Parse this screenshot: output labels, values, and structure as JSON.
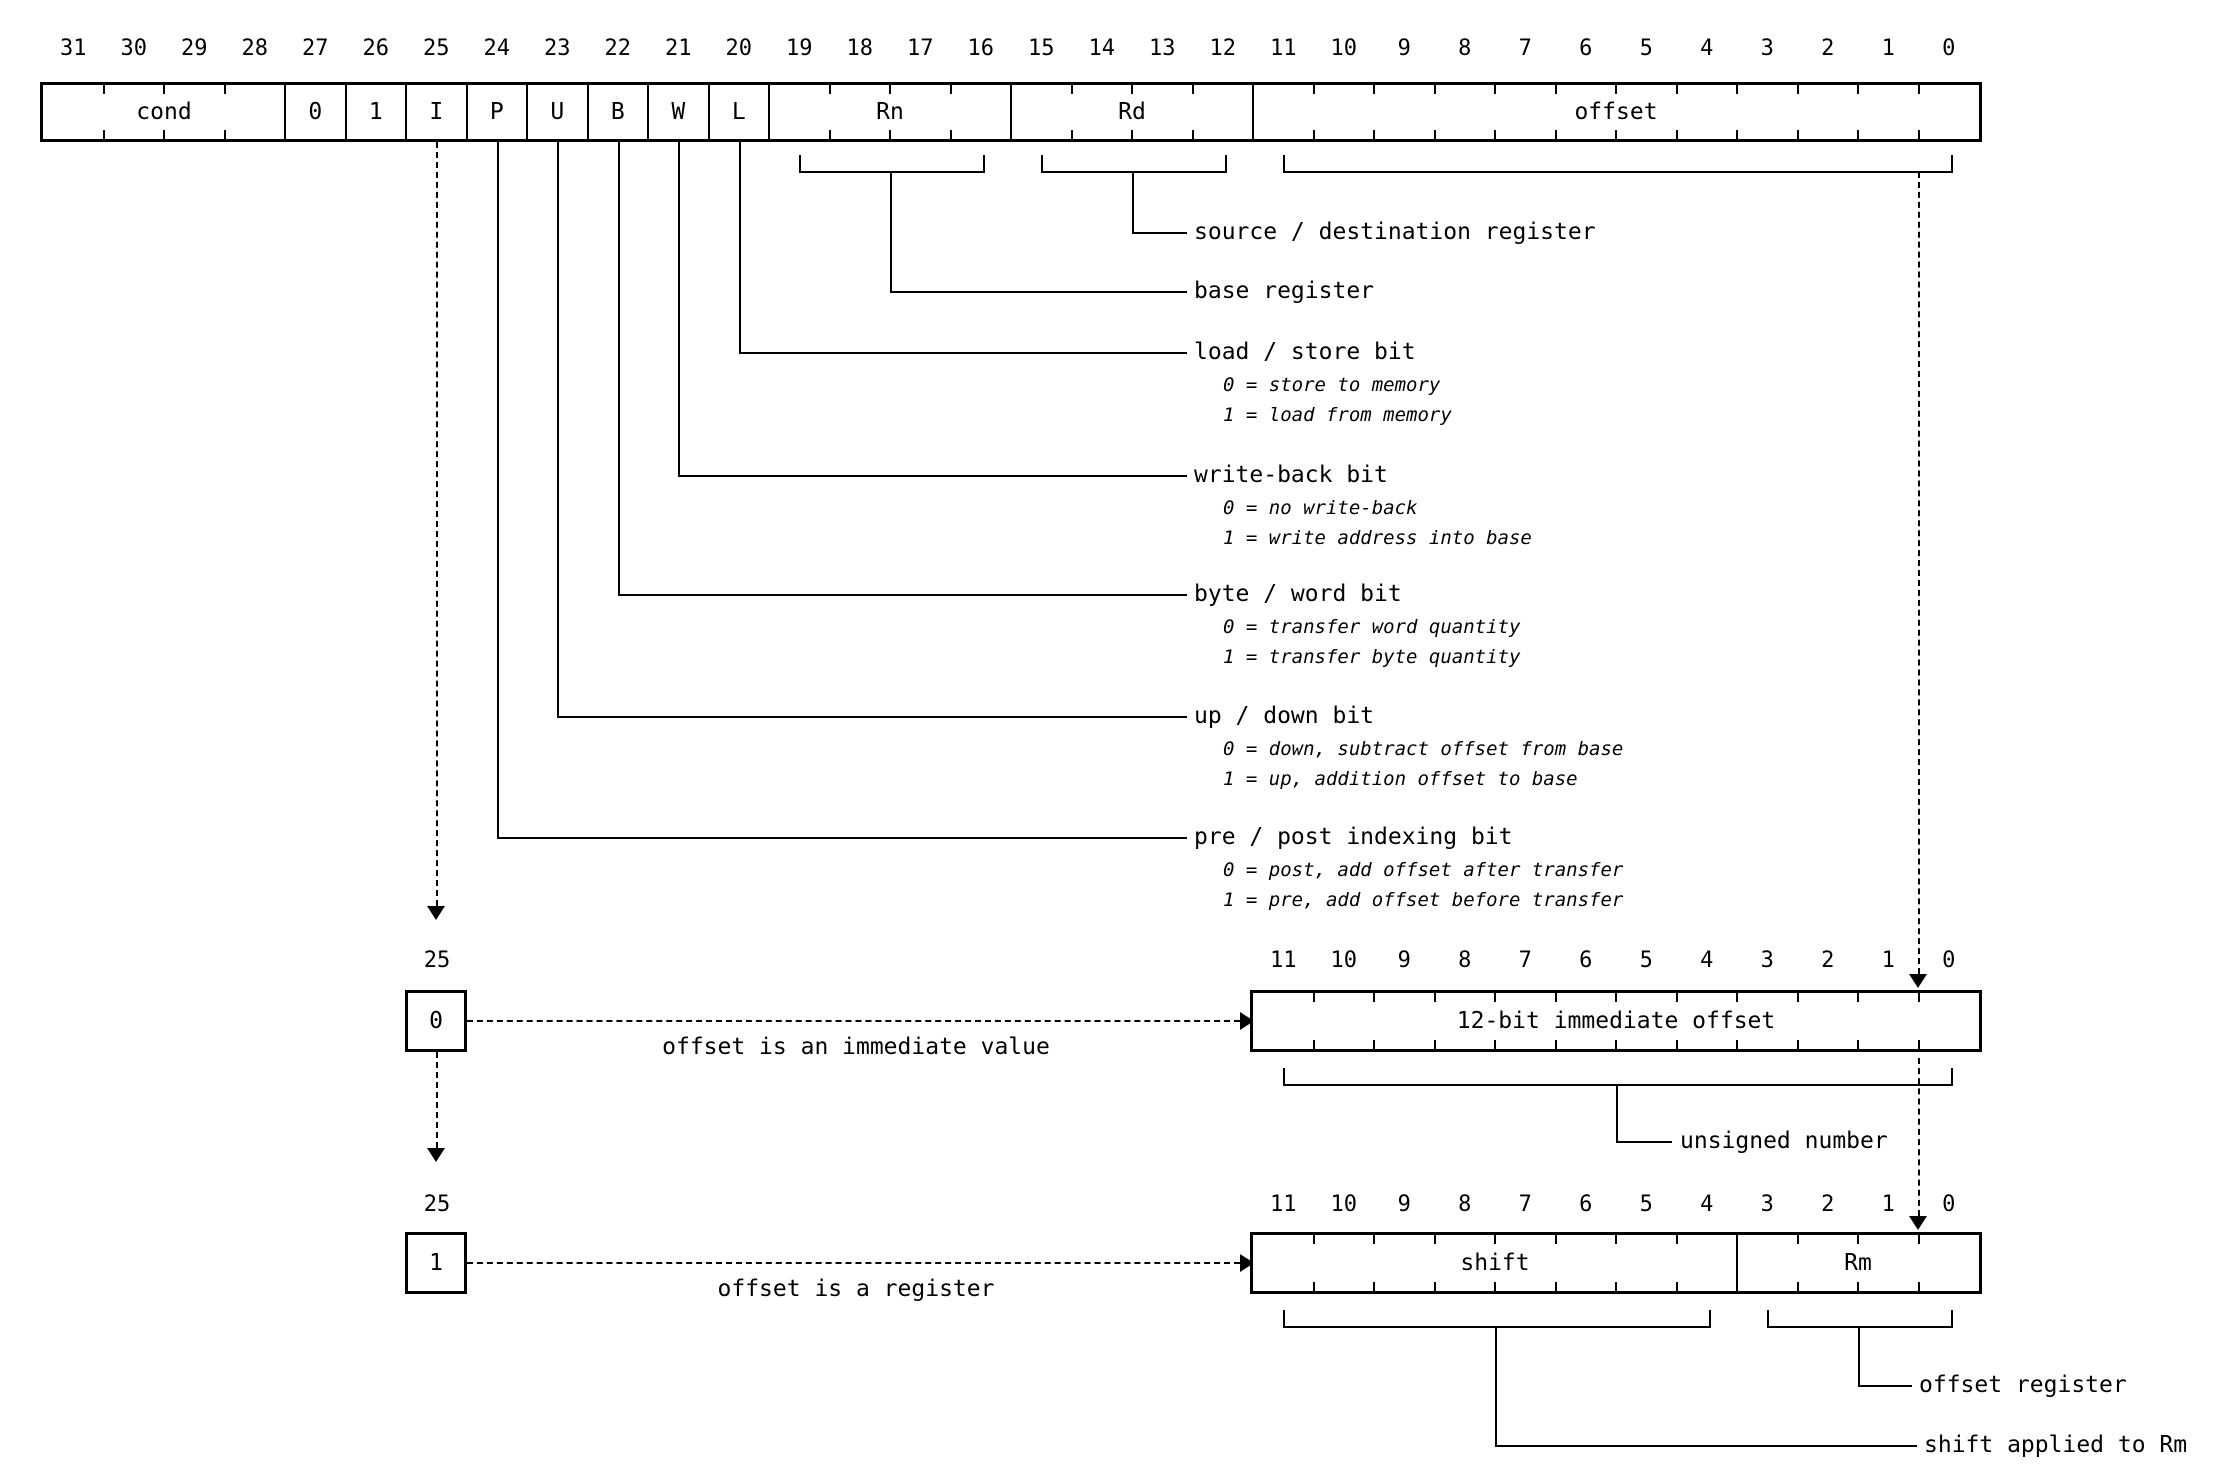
{
  "main_word": {
    "bit_numbers": [
      "31",
      "30",
      "29",
      "28",
      "27",
      "26",
      "25",
      "24",
      "23",
      "22",
      "21",
      "20",
      "19",
      "18",
      "17",
      "16",
      "15",
      "14",
      "13",
      "12",
      "11",
      "10",
      "9",
      "8",
      "7",
      "6",
      "5",
      "4",
      "3",
      "2",
      "1",
      "0"
    ],
    "fields": [
      {
        "label": "cond",
        "bits": 4
      },
      {
        "label": "0",
        "bits": 1
      },
      {
        "label": "1",
        "bits": 1
      },
      {
        "label": "I",
        "bits": 1
      },
      {
        "label": "P",
        "bits": 1
      },
      {
        "label": "U",
        "bits": 1
      },
      {
        "label": "B",
        "bits": 1
      },
      {
        "label": "W",
        "bits": 1
      },
      {
        "label": "L",
        "bits": 1
      },
      {
        "label": "Rn",
        "bits": 4
      },
      {
        "label": "Rd",
        "bits": 4
      },
      {
        "label": "offset",
        "bits": 12
      }
    ]
  },
  "annotations": [
    {
      "label": "source / destination register",
      "notes": []
    },
    {
      "label": "base register",
      "notes": []
    },
    {
      "label": "load / store bit",
      "notes": [
        "0 = store to memory",
        "1 = load from memory"
      ]
    },
    {
      "label": "write-back bit",
      "notes": [
        "0 = no write-back",
        "1 = write address into base"
      ]
    },
    {
      "label": "byte / word bit",
      "notes": [
        "0 = transfer word quantity",
        "1 = transfer byte quantity"
      ]
    },
    {
      "label": "up / down bit",
      "notes": [
        "0 = down, subtract offset from base",
        "1 = up, addition offset to base"
      ]
    },
    {
      "label": "pre / post indexing bit",
      "notes": [
        "0 = post, add offset after transfer",
        "1 = pre, add offset before transfer"
      ]
    }
  ],
  "immediate_variant": {
    "bit_index_label": "25",
    "bit_value": "0",
    "arrow_label": "offset is an immediate value",
    "bit_numbers": [
      "11",
      "10",
      "9",
      "8",
      "7",
      "6",
      "5",
      "4",
      "3",
      "2",
      "1",
      "0"
    ],
    "fields": [
      {
        "label": "12-bit immediate offset",
        "bits": 12
      }
    ],
    "brace_label": "unsigned number"
  },
  "register_variant": {
    "bit_index_label": "25",
    "bit_value": "1",
    "arrow_label": "offset is a register",
    "bit_numbers": [
      "11",
      "10",
      "9",
      "8",
      "7",
      "6",
      "5",
      "4",
      "3",
      "2",
      "1",
      "0"
    ],
    "fields": [
      {
        "label": "shift",
        "bits": 8
      },
      {
        "label": "Rm",
        "bits": 4
      }
    ],
    "brace_labels": {
      "rm": "offset register",
      "shift": "shift applied to Rm"
    }
  }
}
